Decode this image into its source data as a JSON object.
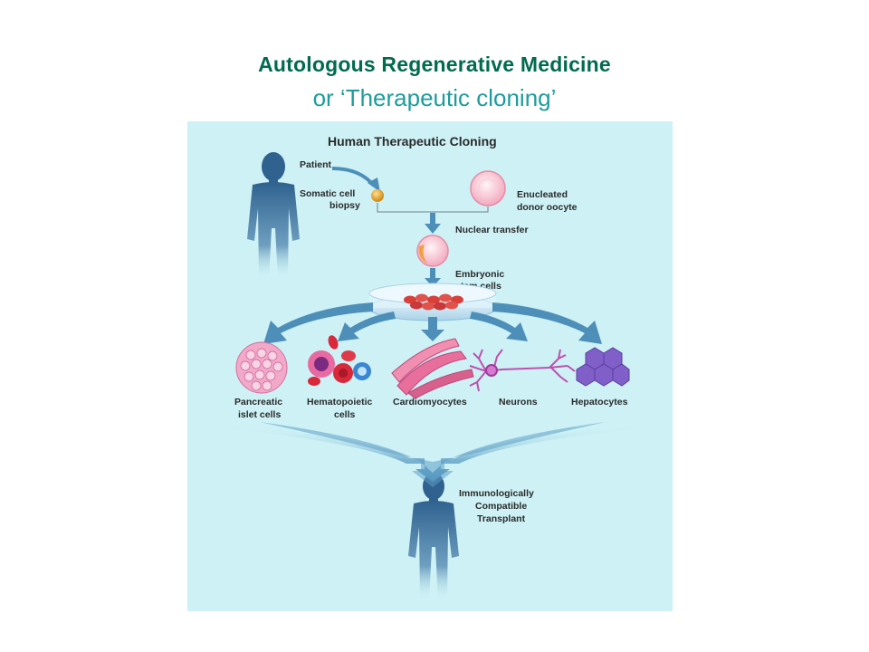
{
  "slide": {
    "title": "Autologous Regenerative Medicine",
    "subtitle": "or ‘Therapeutic cloning’"
  },
  "figure": {
    "title": "Human Therapeutic Cloning",
    "labels": {
      "patient": "Patient",
      "somatic_1": "Somatic cell",
      "somatic_2": "biopsy",
      "enucleated_1": "Enucleated",
      "enucleated_2": "donor oocyte",
      "nuclear_transfer": "Nuclear transfer",
      "embryonic_1": "Embryonic",
      "embryonic_2": "stem cells",
      "pancreatic_1": "Pancreatic",
      "pancreatic_2": "islet cells",
      "hematopoietic_1": "Hematopoietic",
      "hematopoietic_2": "cells",
      "cardiomyocytes": "Cardiomyocytes",
      "neurons": "Neurons",
      "hepatocytes": "Hepatocytes",
      "transplant_1": "Immunologically",
      "transplant_2": "Compatible",
      "transplant_3": "Transplant"
    },
    "colors": {
      "background": "#cdf1f5",
      "figure_silhouette": "#3f6f9a",
      "arrow": "#4d8fb8",
      "cell_pink": "#f0b5c8",
      "cell_magenta": "#c8559a",
      "hepatocyte": "#8060c8"
    }
  }
}
